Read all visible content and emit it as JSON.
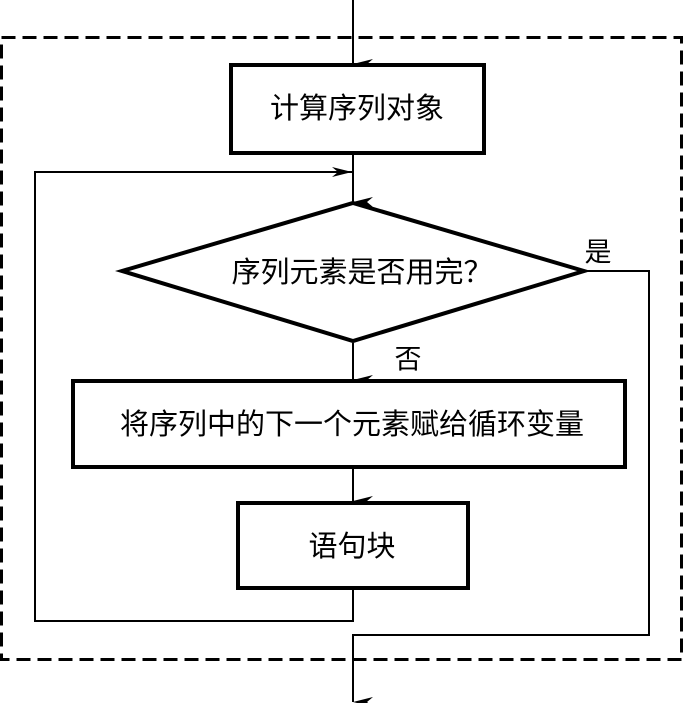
{
  "diagram": {
    "type": "flowchart",
    "title": "for loop flowchart",
    "colors": {
      "stroke": "#000000",
      "background": "#ffffff",
      "text": "#000000"
    },
    "nodes": {
      "compute": {
        "kind": "process",
        "label": "计算序列对象"
      },
      "decision": {
        "kind": "decision",
        "label": "序列元素是否用完？"
      },
      "assign": {
        "kind": "process",
        "label": "将序列中的下一个元素赋给循环变量"
      },
      "block": {
        "kind": "process",
        "label": "语句块"
      }
    },
    "edge_labels": {
      "yes": "是",
      "no": "否"
    },
    "edges": [
      {
        "from": "entry",
        "to": "compute"
      },
      {
        "from": "compute",
        "to": "decision"
      },
      {
        "from": "decision",
        "to": "assign",
        "label": "否"
      },
      {
        "from": "assign",
        "to": "block"
      },
      {
        "from": "block",
        "to": "decision",
        "kind": "loop-back"
      },
      {
        "from": "decision",
        "to": "exit",
        "label": "是"
      }
    ],
    "container": {
      "style": "dashed",
      "encloses": "loop"
    }
  }
}
